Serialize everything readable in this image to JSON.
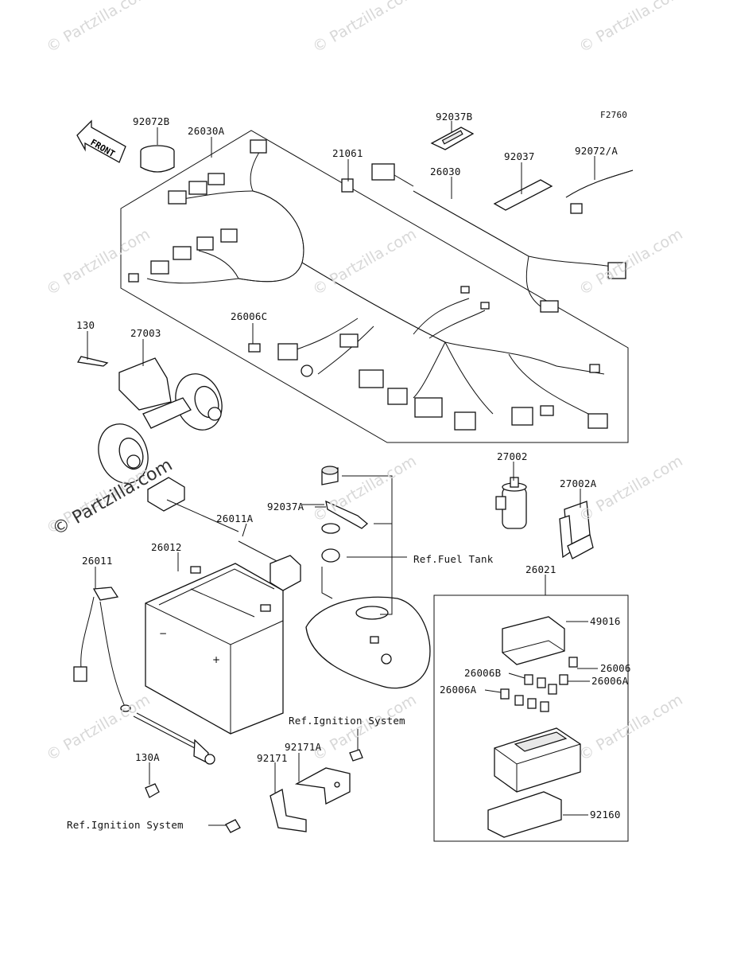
{
  "figure_code": "F2760",
  "front_label": "FRONT",
  "watermark": "© Partzilla.com",
  "watermark_main": "© Partzilla.com",
  "parts": {
    "p92072B": "92072B",
    "p26030A": "26030A",
    "p92037B": "92037B",
    "p21061": "21061",
    "p26030": "26030",
    "p92037": "92037",
    "p92072_A": "92072/A",
    "p130": "130",
    "p27003": "27003",
    "p26006C": "26006C",
    "p27002": "27002",
    "p27002A": "27002A",
    "p92037A": "92037A",
    "p26011A": "26011A",
    "p26012": "26012",
    "p26011": "26011",
    "p26021": "26021",
    "p49016": "49016",
    "p26006B": "26006B",
    "p26006": "26006",
    "p26006A_left": "26006A",
    "p26006A_right": "26006A",
    "p130A": "130A",
    "p92171A": "92171A",
    "p92171": "92171",
    "p92160": "92160"
  },
  "references": {
    "fuel_tank": "Ref.Fuel Tank",
    "ignition_system_top": "Ref.Ignition System",
    "ignition_system_bottom": "Ref.Ignition System"
  }
}
